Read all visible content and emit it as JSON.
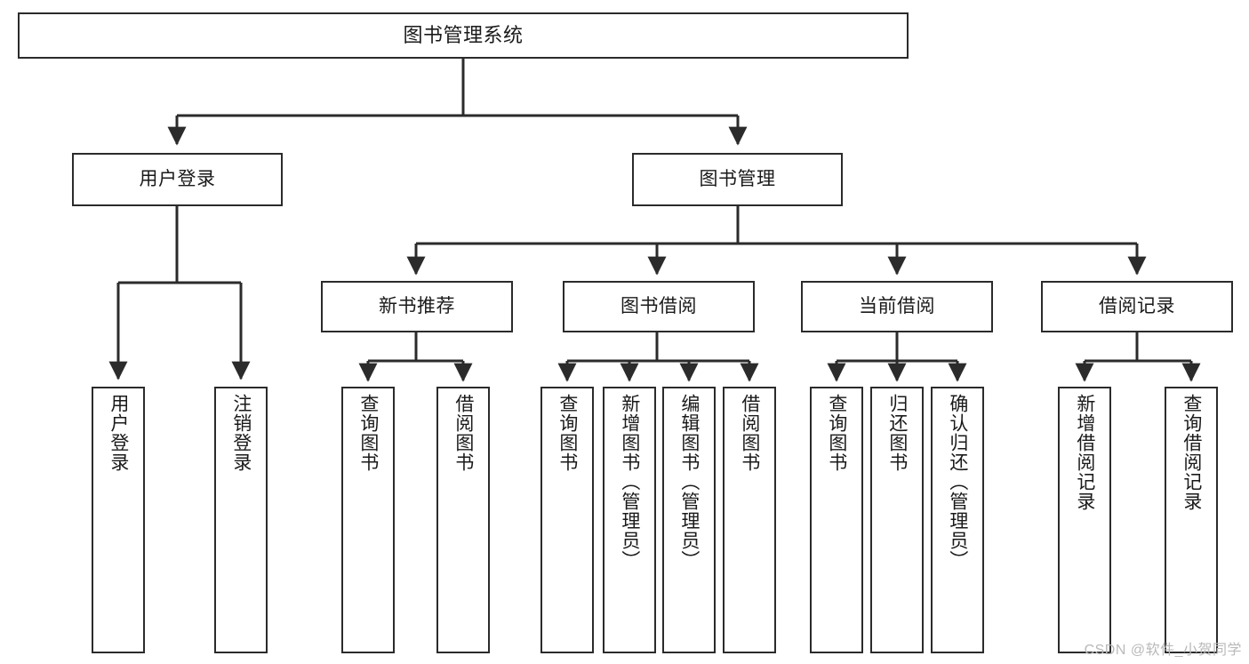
{
  "diagram": {
    "title": "图书管理系统",
    "type": "tree-hierarchy-chart",
    "watermark": "CSDN @软件_小贺同学",
    "colors": {
      "stroke": "#2b2b2b",
      "fill": "#ffffff",
      "text": "#1a1a1a",
      "watermark": "#b9b9b9"
    },
    "nodes": {
      "root": {
        "label": "图书管理系统"
      },
      "level2": [
        {
          "id": "user-login",
          "label": "用户登录"
        },
        {
          "id": "book-management",
          "label": "图书管理"
        }
      ],
      "level3": [
        {
          "id": "new-book-recommend",
          "label": "新书推荐"
        },
        {
          "id": "book-borrow",
          "label": "图书借阅"
        },
        {
          "id": "current-borrow",
          "label": "当前借阅"
        },
        {
          "id": "borrow-record",
          "label": "借阅记录"
        }
      ],
      "leaves": {
        "user-login": [
          {
            "id": "leaf-user-login",
            "label": "用户登录"
          },
          {
            "id": "leaf-logout-login",
            "label": "注销登录"
          }
        ],
        "new-book-recommend": [
          {
            "id": "leaf-query-book-1",
            "label": "查询图书"
          },
          {
            "id": "leaf-borrow-book-1",
            "label": "借阅图书"
          }
        ],
        "book-borrow": [
          {
            "id": "leaf-query-book-2",
            "label": "查询图书"
          },
          {
            "id": "leaf-add-book",
            "label": "新增图书（管理员）"
          },
          {
            "id": "leaf-edit-book",
            "label": "编辑图书（管理员）"
          },
          {
            "id": "leaf-borrow-book-2",
            "label": "借阅图书"
          }
        ],
        "current-borrow": [
          {
            "id": "leaf-query-book-3",
            "label": "查询图书"
          },
          {
            "id": "leaf-return-book",
            "label": "归还图书"
          },
          {
            "id": "leaf-confirm-return",
            "label": "确认归还（管理员）"
          }
        ],
        "borrow-record": [
          {
            "id": "leaf-add-record",
            "label": "新增借阅记录"
          },
          {
            "id": "leaf-query-record",
            "label": "查询借阅记录"
          }
        ]
      }
    }
  }
}
